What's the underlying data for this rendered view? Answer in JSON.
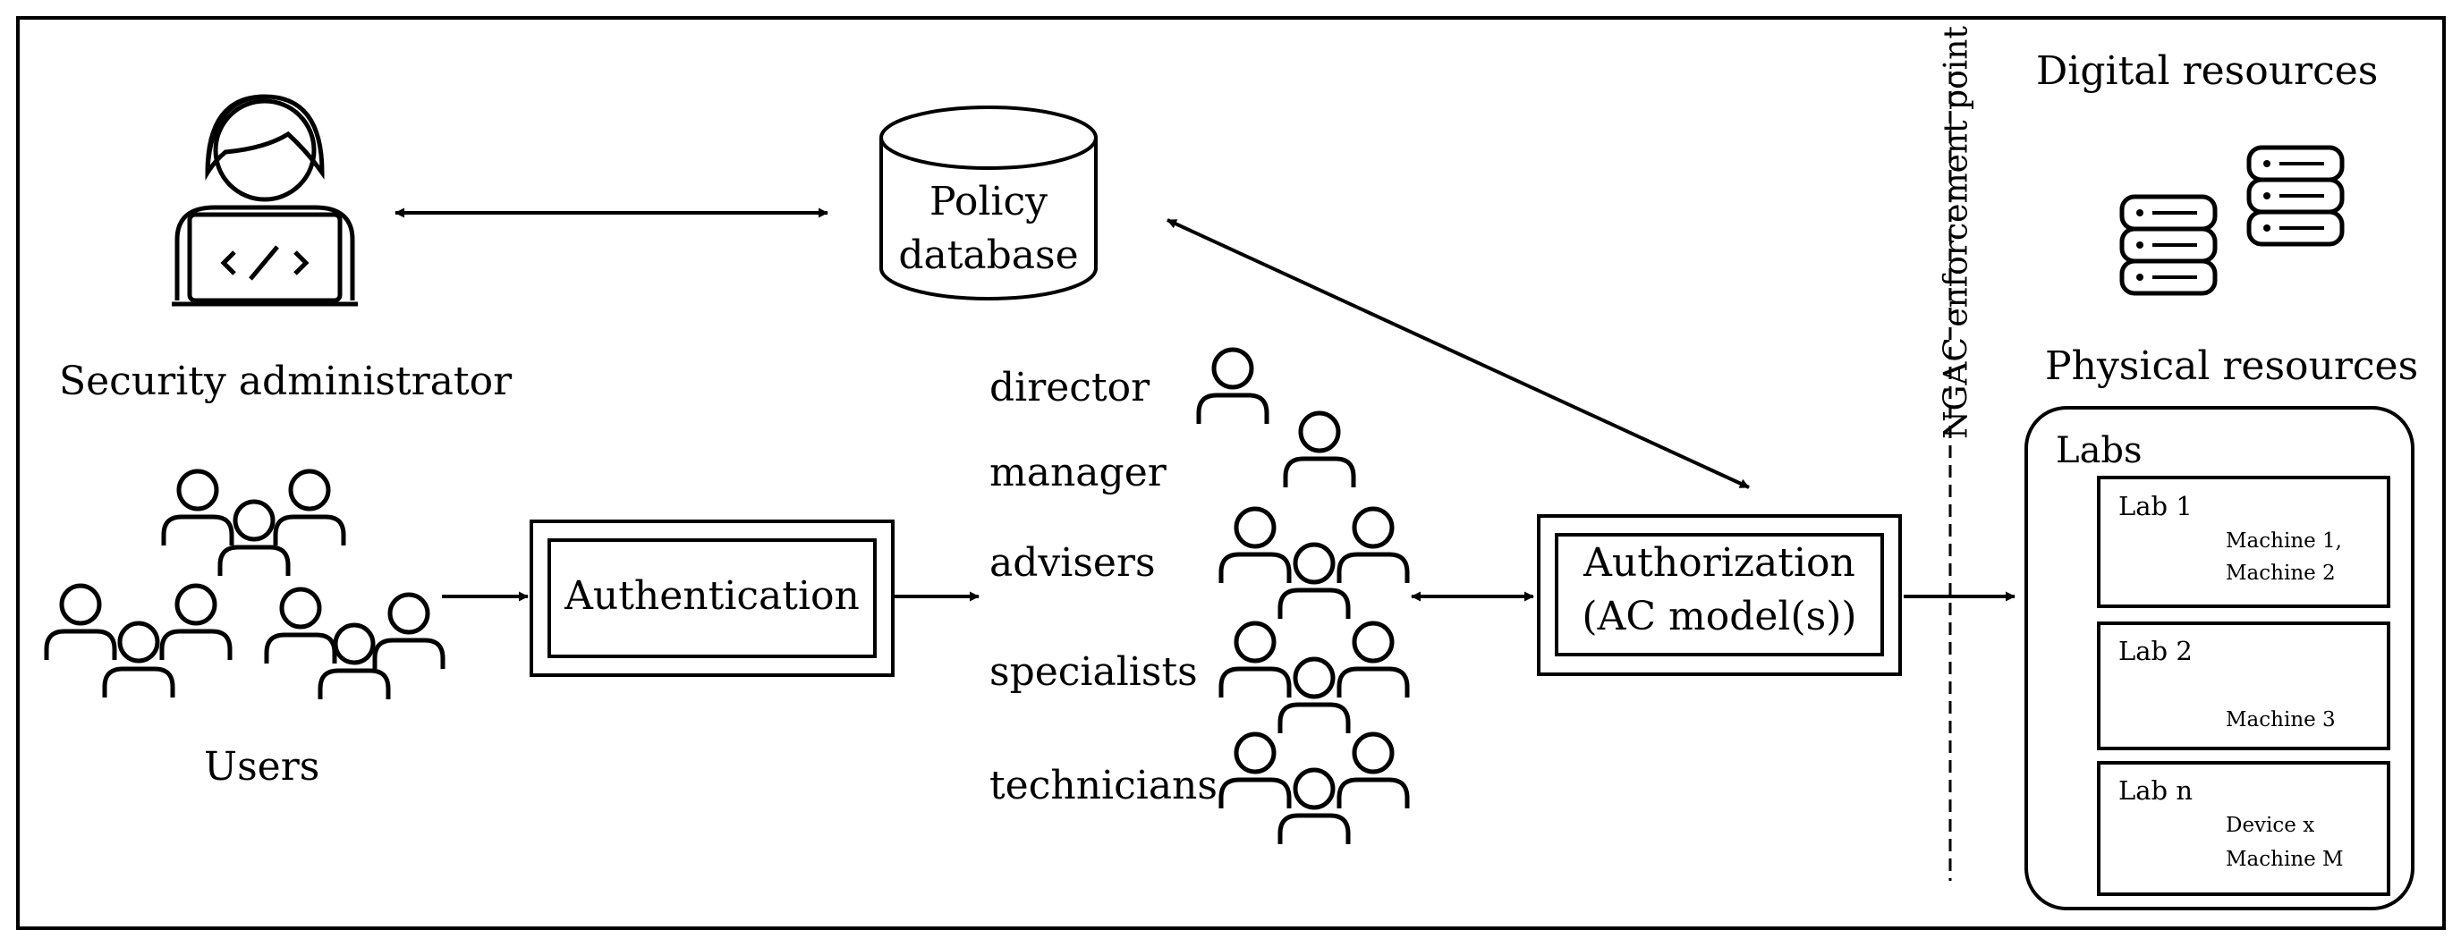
{
  "actors": {
    "security_admin": "Security administrator",
    "users": "Users"
  },
  "policy_db": {
    "line1": "Policy",
    "line2": "database"
  },
  "authentication": "Authentication",
  "authorization": {
    "line1": "Authorization",
    "line2": "(AC model(s))"
  },
  "roles": [
    "director",
    "manager",
    "advisers",
    "specialists",
    "technicians"
  ],
  "enforcement_point": "NGAC enforcement point",
  "digital_resources": "Digital resources",
  "physical_resources": "Physical resources",
  "labs": {
    "title": "Labs",
    "items": [
      {
        "name": "Lab 1",
        "line1": "Machine 1,",
        "line2": "Machine 2"
      },
      {
        "name": "Lab 2",
        "line1": "",
        "line2": "Machine 3"
      },
      {
        "name": "Lab n",
        "line1": "Device x",
        "line2": "Machine M"
      }
    ]
  },
  "icons": {
    "admin": "developer-laptop-icon",
    "users": "user-group-icon",
    "db": "database-cylinder-icon",
    "servers": "server-stack-icon",
    "hierarchy": "role-hierarchy-icon"
  }
}
